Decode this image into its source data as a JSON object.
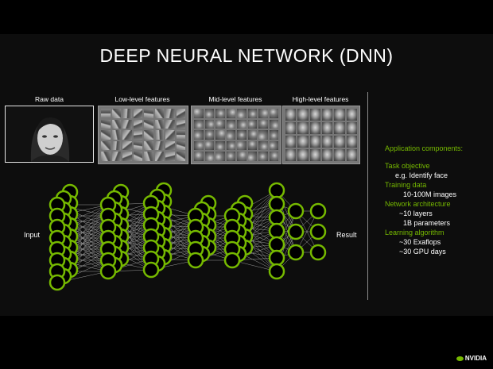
{
  "title": "DEEP NEURAL NETWORK (DNN)",
  "features": {
    "raw": "Raw data",
    "low": "Low-level features",
    "mid": "Mid-level features",
    "high": "High-level features"
  },
  "network": {
    "input_label": "Input",
    "result_label": "Result",
    "node_color": "#76b900"
  },
  "application": {
    "heading": "Application components:",
    "task_label": "Task objective",
    "task_value": "e.g. Identify face",
    "training_label": "Training data",
    "training_value": "10-100M images",
    "arch_label": "Network architecture",
    "arch_v1": "~10 layers",
    "arch_v2": "1B parameters",
    "algo_label": "Learning algorithm",
    "algo_v1": "~30 Exaflops",
    "algo_v2": "~30 GPU days"
  },
  "footer": {
    "brand": "NVIDIA"
  }
}
